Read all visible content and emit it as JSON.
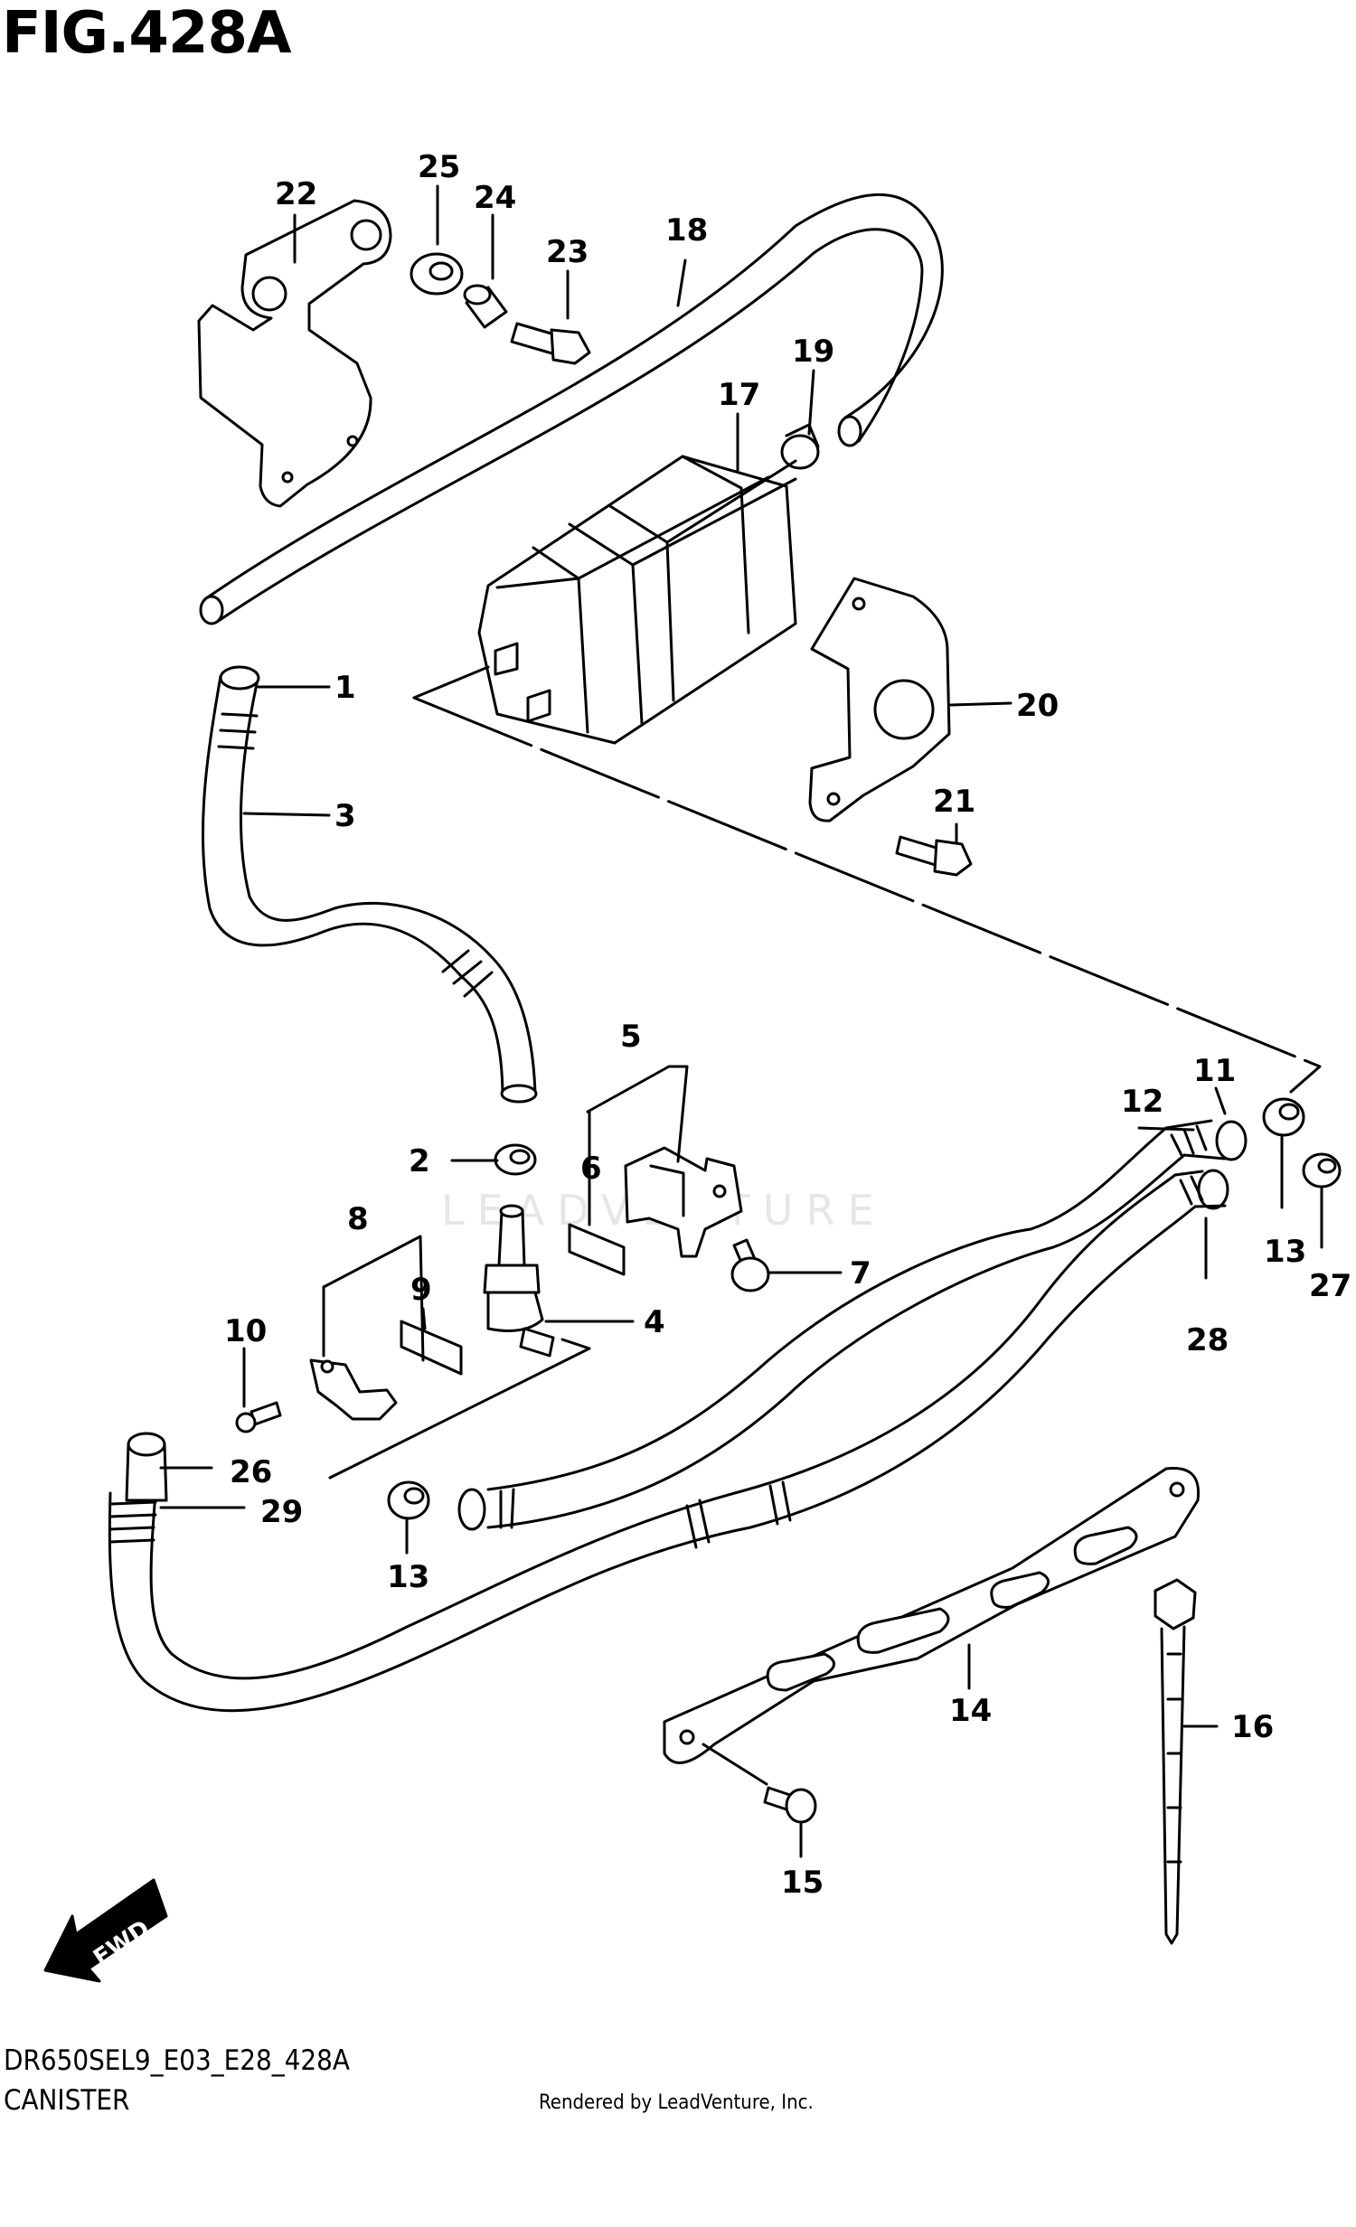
{
  "figure": {
    "title": "FIG.428A",
    "model_code": "DR650SEL9_E03_E28_428A",
    "section_name": "CANISTER",
    "rendered_by": "Rendered by LeadVenture, Inc.",
    "watermark": "LEADVENTURE",
    "fwd_label": "FWD"
  },
  "callouts": {
    "c1": "1",
    "c2": "2",
    "c3": "3",
    "c4": "4",
    "c5": "5",
    "c6": "6",
    "c7": "7",
    "c8": "8",
    "c9": "9",
    "c10": "10",
    "c11": "11",
    "c12": "12",
    "c13a": "13",
    "c13b": "13",
    "c14": "14",
    "c15": "15",
    "c16": "16",
    "c17": "17",
    "c18": "18",
    "c19": "19",
    "c20": "20",
    "c21": "21",
    "c22": "22",
    "c23": "23",
    "c24": "24",
    "c25": "25",
    "c26": "26",
    "c27": "27",
    "c28": "28",
    "c29": "29"
  }
}
